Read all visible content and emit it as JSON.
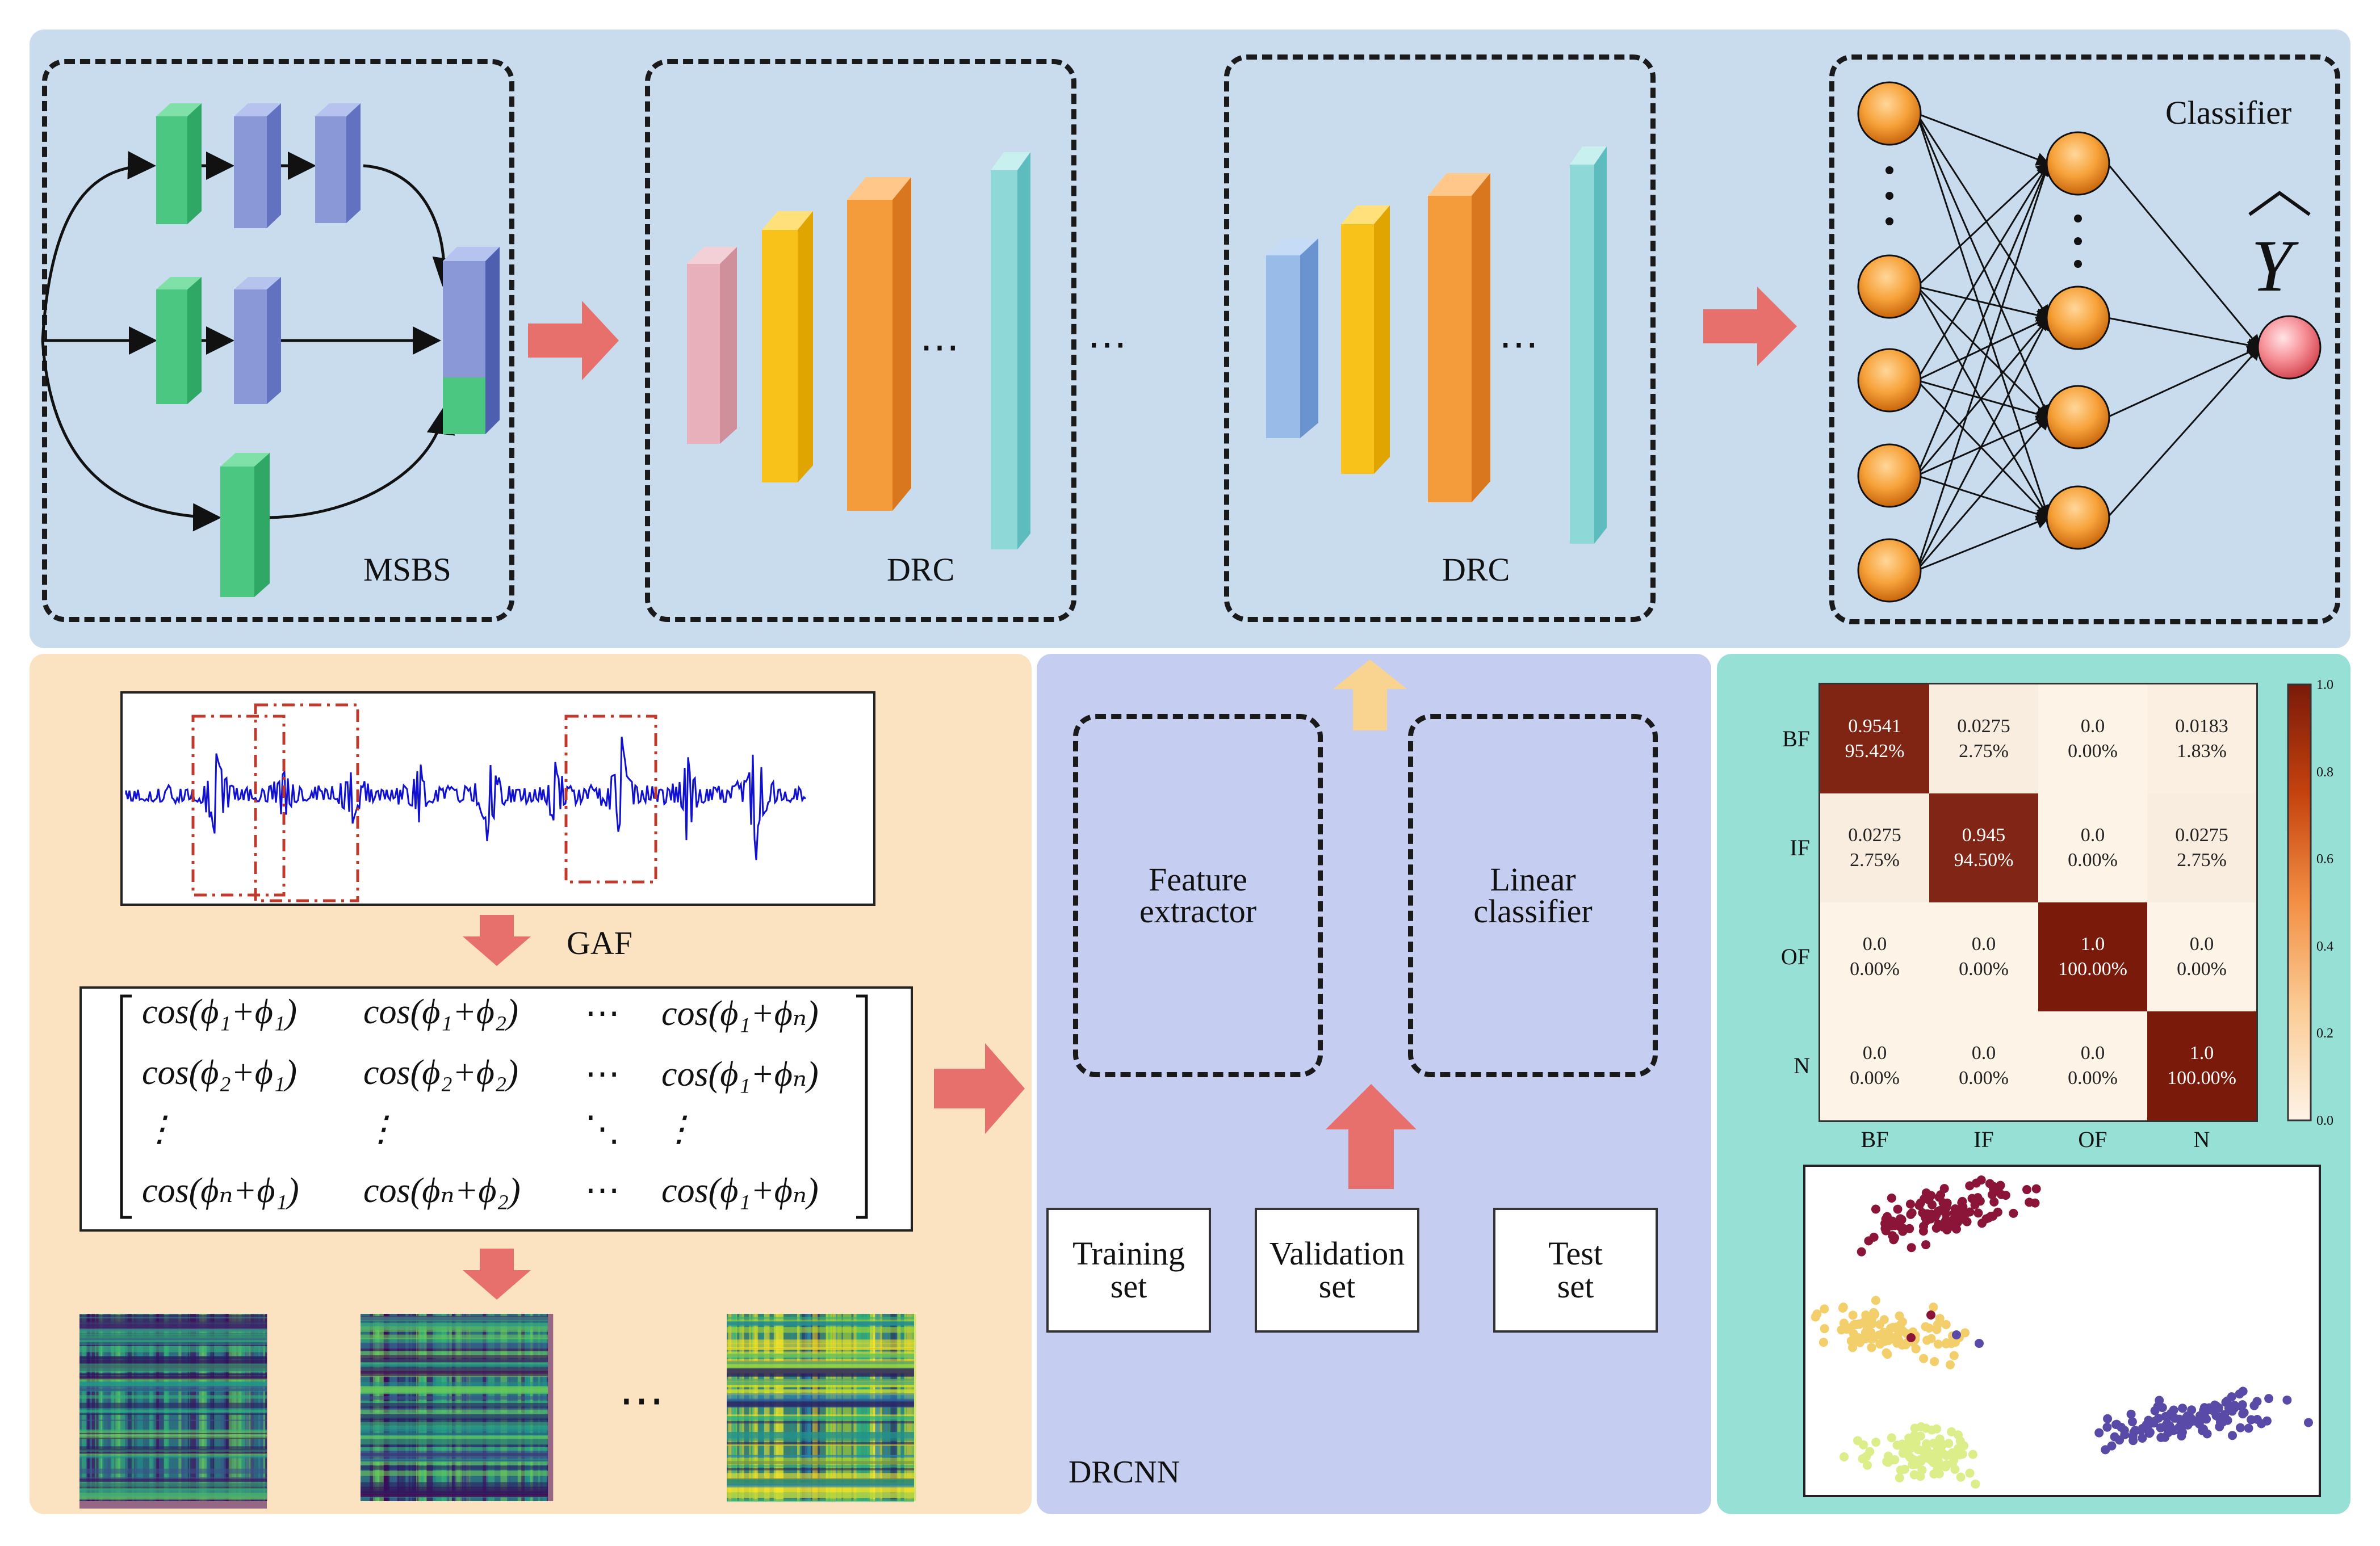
{
  "panels": {
    "top_colors": "#c9dcee",
    "gaf_color": "#fbe3c1",
    "drcnn_color": "#c5cdf0",
    "results_color": "#97e0d5"
  },
  "top": {
    "msbs_label": "MSBS",
    "drc1_label": "DRC",
    "drc2_label": "DRC",
    "classifier_label": "Classifier",
    "output_symbol": "Y",
    "dots": "⋯"
  },
  "gaf": {
    "gaf_label": "GAF",
    "matrix": [
      [
        "cos(ϕ₁+ϕ₁)",
        "cos(ϕ₁+ϕ₂)",
        "⋯",
        "cos(ϕ₁+ϕₙ)"
      ],
      [
        "cos(ϕ₂+ϕ₁)",
        "cos(ϕ₂+ϕ₂)",
        "⋯",
        "cos(ϕ₁+ϕₙ)"
      ],
      [
        "⋮",
        "⋮",
        "⋱",
        "⋮"
      ],
      [
        "cos(ϕₙ+ϕ₁)",
        "cos(ϕₙ+ϕ₂)",
        "⋯",
        "cos(ϕ₁+ϕₙ)"
      ]
    ],
    "dots": "⋯"
  },
  "drcnn": {
    "feature_extractor": [
      "Feature",
      "extractor"
    ],
    "linear_classifier": [
      "Linear",
      "classifier"
    ],
    "training_set": [
      "Training",
      "set"
    ],
    "validation_set": [
      "Validation",
      "set"
    ],
    "test_set": [
      "Test",
      "set"
    ],
    "label": "DRCNN"
  },
  "confusion": {
    "classes": [
      "BF",
      "IF",
      "OF",
      "N"
    ],
    "cells": [
      [
        [
          "0.9541",
          "95.42%"
        ],
        [
          "0.0275",
          "2.75%"
        ],
        [
          "0.0",
          "0.00%"
        ],
        [
          "0.0183",
          "1.83%"
        ]
      ],
      [
        [
          "0.0275",
          "2.75%"
        ],
        [
          "0.945",
          "94.50%"
        ],
        [
          "0.0",
          "0.00%"
        ],
        [
          "0.0275",
          "2.75%"
        ]
      ],
      [
        [
          "0.0",
          "0.00%"
        ],
        [
          "0.0",
          "0.00%"
        ],
        [
          "1.0",
          "100.00%"
        ],
        [
          "0.0",
          "0.00%"
        ]
      ],
      [
        [
          "0.0",
          "0.00%"
        ],
        [
          "0.0",
          "0.00%"
        ],
        [
          "0.0",
          "0.00%"
        ],
        [
          "1.0",
          "100.00%"
        ]
      ]
    ],
    "values": [
      [
        0.9541,
        0.0275,
        0.0,
        0.0183
      ],
      [
        0.0275,
        0.945,
        0.0,
        0.0275
      ],
      [
        0.0,
        0.0,
        1.0,
        0.0
      ],
      [
        0.0,
        0.0,
        0.0,
        1.0
      ]
    ],
    "colorbar_ticks": [
      "1.0",
      "0.8",
      "0.6",
      "0.4",
      "0.2",
      "0.0"
    ],
    "colors": {
      "high": "#7a1a0a",
      "low": "#fdf3e6"
    }
  },
  "tsne": {
    "cluster_colors": [
      "#8b1538",
      "#f2cf6b",
      "#5a4aa8",
      "#dbee8a"
    ]
  }
}
